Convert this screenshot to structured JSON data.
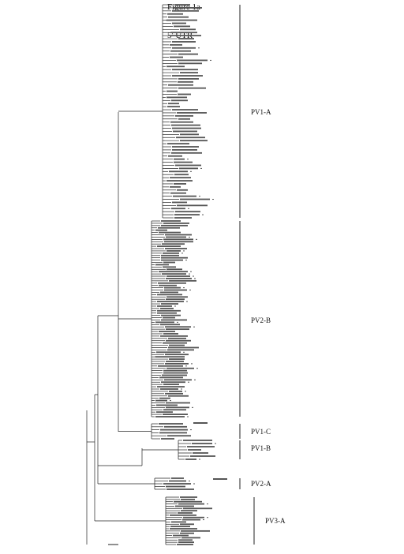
{
  "figure_label": "Figure 1a",
  "region_label": "5' UTR",
  "clades": [
    {
      "name": "PV1-A",
      "leaves": 70
    },
    {
      "name": "PV2-B",
      "leaves": 86
    },
    {
      "name": "PV1-C",
      "leaves": 6
    },
    {
      "name": "PV1-B",
      "leaves": 7
    },
    {
      "name": "PV2-A",
      "leaves": 5
    },
    {
      "name": "PV3-A",
      "leaves": 22
    }
  ],
  "colors": {
    "line": "#222222",
    "text": "#111111"
  }
}
